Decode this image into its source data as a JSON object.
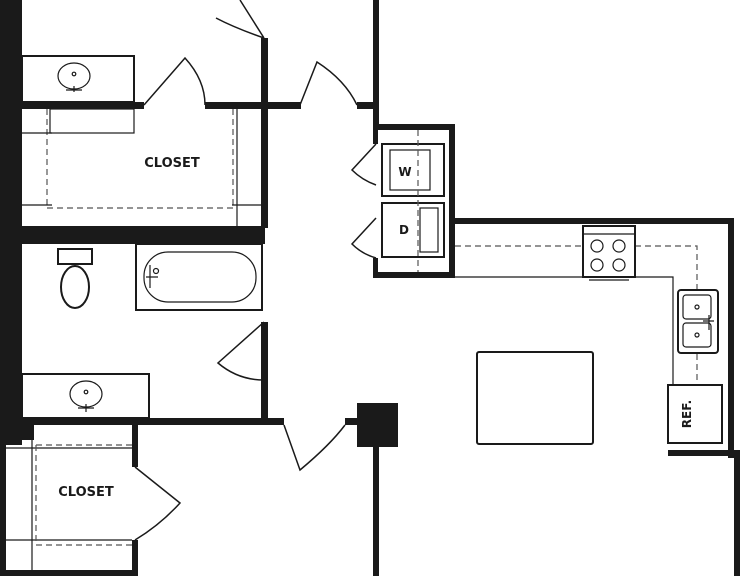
{
  "labels": {
    "closet_upper": "CLOSET",
    "closet_lower": "CLOSET",
    "washer": "W",
    "dryer": "D",
    "refrigerator": "REF."
  },
  "colors": {
    "wall": "#1a1a1a",
    "background": "#ffffff",
    "dashed_line": "#555555"
  }
}
